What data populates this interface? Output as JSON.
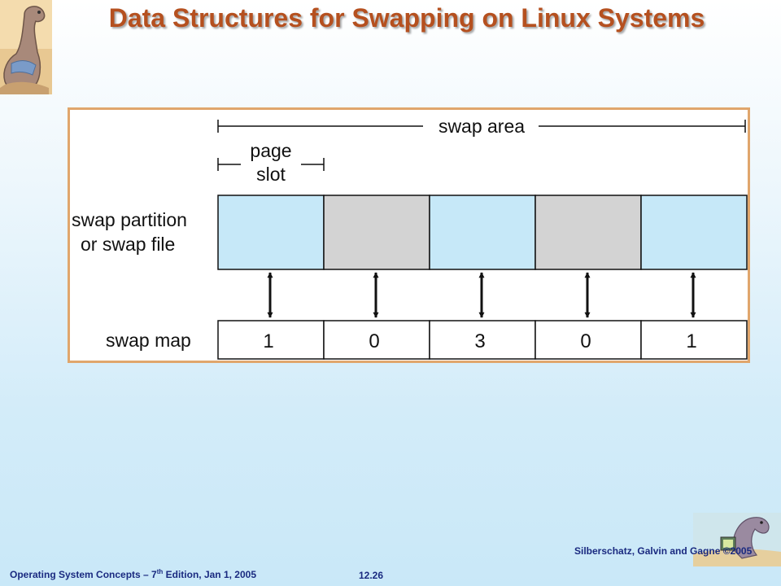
{
  "slide": {
    "title": "Data Structures for Swapping on Linux Systems"
  },
  "diagram": {
    "swap_area_label": "swap area",
    "page_slot_label_line1": "page",
    "page_slot_label_line2": "slot",
    "swap_partition_label_line1": "swap partition",
    "swap_partition_label_line2": "or swap file",
    "swap_map_label": "swap map",
    "slots": [
      {
        "state": "free",
        "color": "#c6e8f8",
        "map_value": "1"
      },
      {
        "state": "used",
        "color": "#d3d3d3",
        "map_value": "0"
      },
      {
        "state": "free",
        "color": "#c6e8f8",
        "map_value": "3"
      },
      {
        "state": "used",
        "color": "#d3d3d3",
        "map_value": "0"
      },
      {
        "state": "free",
        "color": "#c6e8f8",
        "map_value": "1"
      }
    ]
  },
  "footer": {
    "left_prefix": "Operating System Concepts – 7",
    "left_sup": "th",
    "left_suffix": " Edition, Jan 1, 2005",
    "page_number": "12.26",
    "right": "Silberschatz, Galvin and Gagne ©2005"
  },
  "colors": {
    "title": "#b5501f",
    "frame_border": "#e0a66c",
    "footer_text": "#1a2a80"
  }
}
